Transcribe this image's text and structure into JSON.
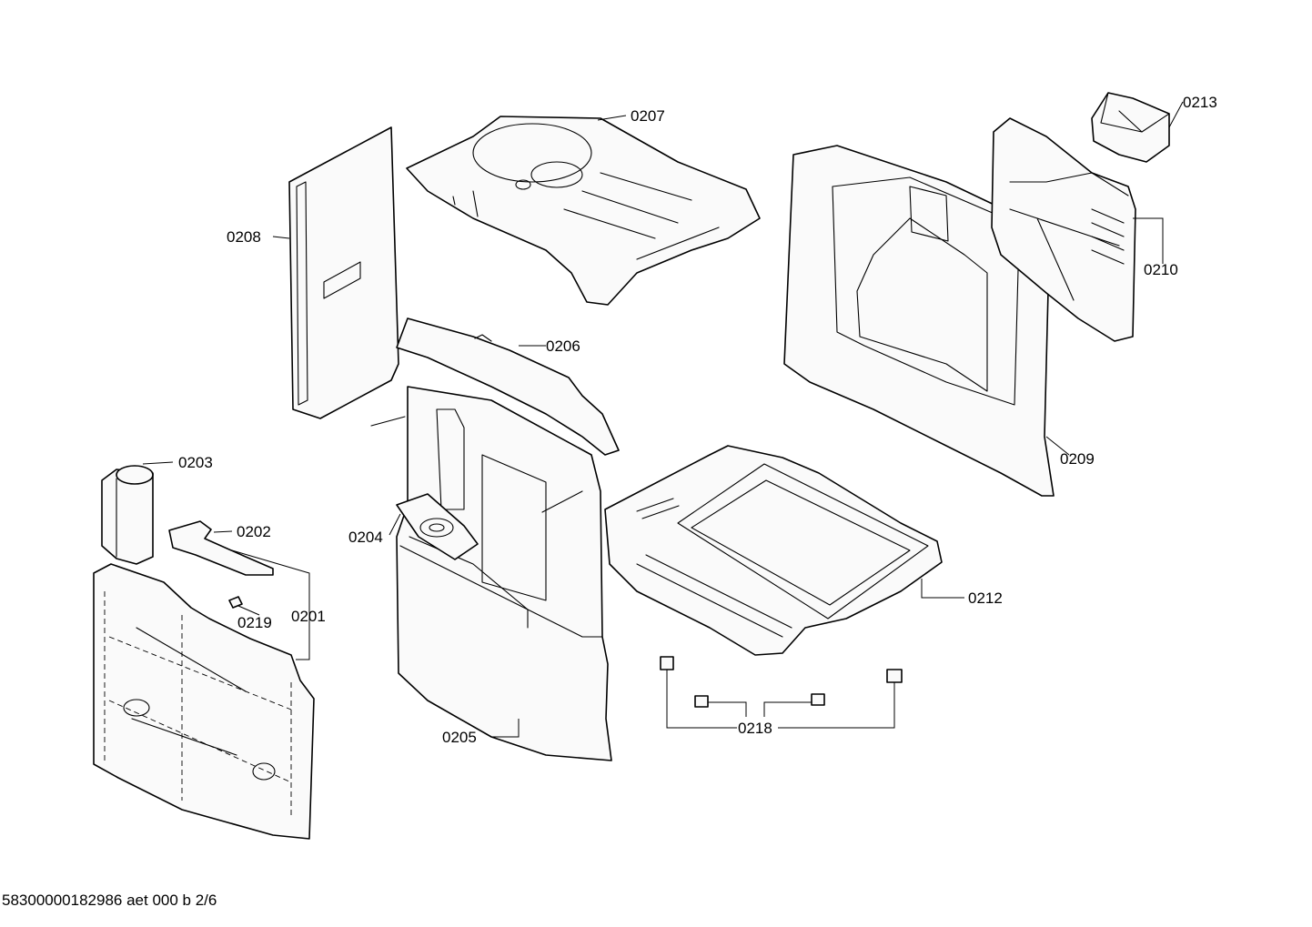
{
  "labels": {
    "p0201": "0201",
    "p0202": "0202",
    "p0203": "0203",
    "p0204": "0204",
    "p0205": "0205",
    "p0206": "0206",
    "p0207": "0207",
    "p0208": "0208",
    "p0209": "0209",
    "p0210": "0210",
    "p0212": "0212",
    "p0213": "0213",
    "p0218": "0218",
    "p0219": "0219"
  },
  "footer": {
    "text": "58300000182986 aet 000 b 2/6"
  }
}
